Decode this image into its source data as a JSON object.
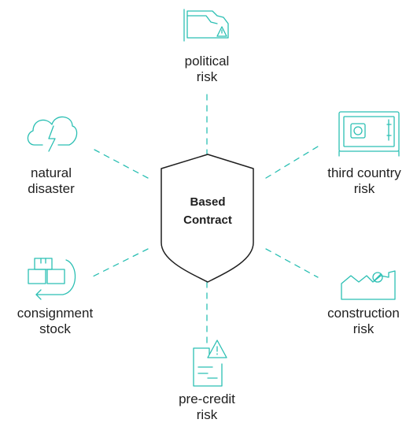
{
  "center": {
    "line1": "Based",
    "line2": "Contract"
  },
  "colors": {
    "accent": "#2bbfb3",
    "text": "#1f1f1f"
  },
  "nodes": {
    "political": {
      "line1": "political",
      "line2": "risk",
      "icon": "flag-warning-icon"
    },
    "third_country": {
      "line1": "third country",
      "line2": "risk",
      "icon": "safe-icon"
    },
    "construction": {
      "line1": "construction",
      "line2": "risk",
      "icon": "factory-icon"
    },
    "pre_credit": {
      "line1": "pre-credit",
      "line2": "risk",
      "icon": "document-warning-icon"
    },
    "consignment": {
      "line1": "consignment",
      "line2": "stock",
      "icon": "boxes-return-icon"
    },
    "natural": {
      "line1": "natural",
      "line2": "disaster",
      "icon": "cloud-lightning-icon"
    }
  }
}
